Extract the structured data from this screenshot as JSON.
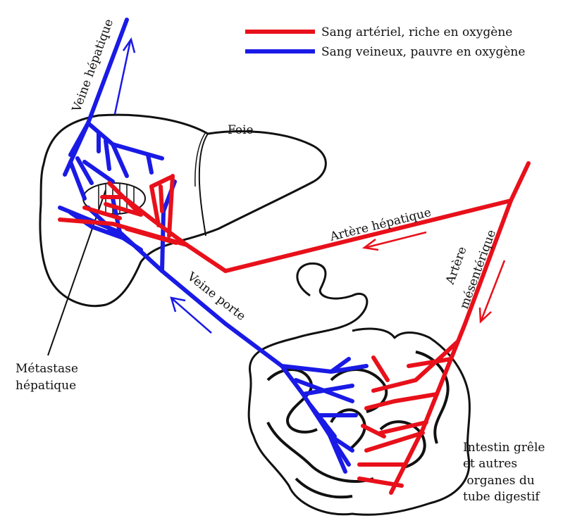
{
  "legend": {
    "arterial": "Sang artériel, riche en oxygène",
    "venous": "Sang veineux, pauvre en oxygène"
  },
  "labels": {
    "liver": "Foie",
    "hepatic_vein": "Veine hépatique",
    "hepatic_artery": "Artère hépatique",
    "mesenteric_artery_line1": "Artère",
    "mesenteric_artery_line2": "mésentérique",
    "portal_vein": "Veine porte",
    "metastasis_line1": "Métastase",
    "metastasis_line2": "hépatique",
    "intestine_line1": "Intestin grêle",
    "intestine_line2": "et autres",
    "intestine_line3": " organes du",
    "intestine_line4": "tube digestif"
  },
  "colors": {
    "arterial": "#e8101a",
    "venous": "#1a1ae6"
  }
}
